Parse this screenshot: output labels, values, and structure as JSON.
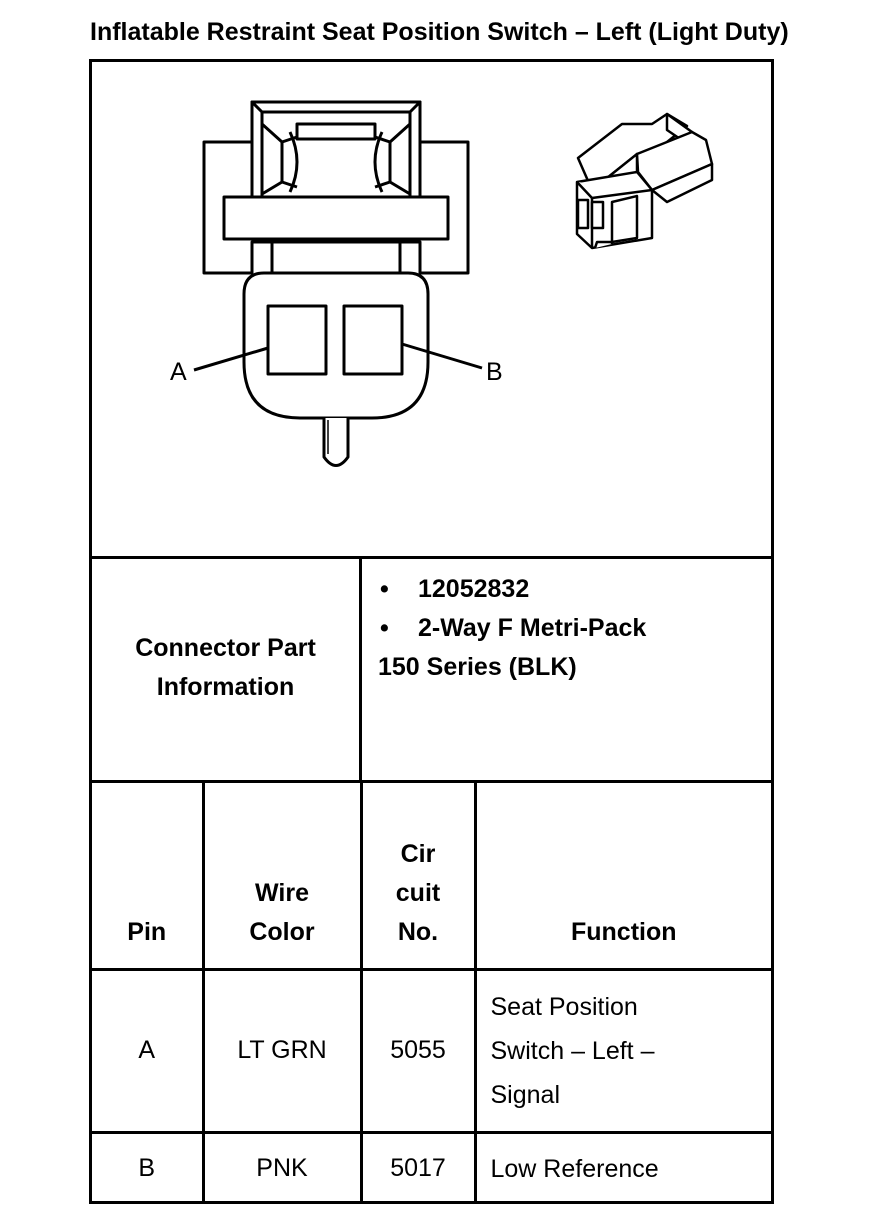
{
  "title": "Inflatable Restraint Seat Position Switch – Left (Light Duty)",
  "diagram": {
    "pin_label_a": "A",
    "pin_label_b": "B"
  },
  "connector": {
    "label_line1": "Connector Part",
    "label_line2": "Information",
    "bullet_symbol": "•",
    "part_number": "12052832",
    "type_line1": "2-Way F Metri-Pack",
    "type_line2": "150 Series (BLK)"
  },
  "table": {
    "headers": {
      "pin": "Pin",
      "wire_color_line1": "Wire",
      "wire_color_line2": "Color",
      "circuit_line1": "Cir",
      "circuit_line2": "cuit",
      "circuit_line3": "No.",
      "function": "Function"
    },
    "rows": [
      {
        "pin": "A",
        "wire_color": "LT GRN",
        "circuit": "5055",
        "function_line1": "Seat Position",
        "function_line2": "Switch – Left –",
        "function_line3": "Signal"
      },
      {
        "pin": "B",
        "wire_color": "PNK",
        "circuit": "5017",
        "function_line1": "Low Reference"
      }
    ]
  }
}
